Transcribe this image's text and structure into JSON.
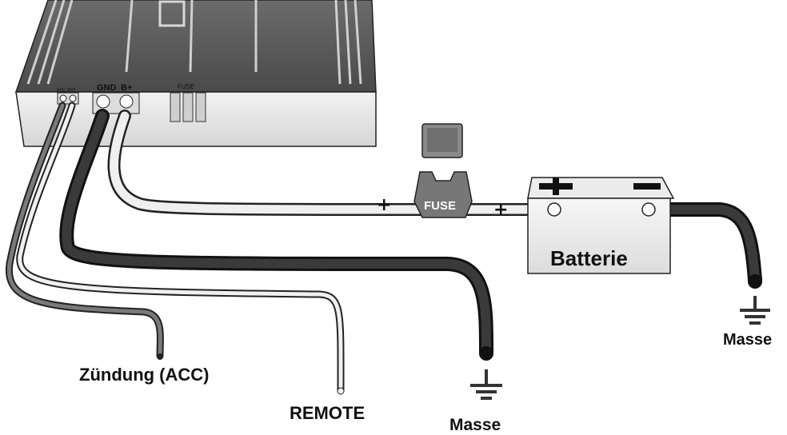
{
  "amplifier": {
    "terminal_labels": {
      "acc": "ACC",
      "rmt": "RMT",
      "gnd": "GND",
      "bplus": "B+",
      "fuse": "FUSE"
    }
  },
  "inline_fuse": {
    "label": "FUSE",
    "plus_left": "+",
    "plus_right": "+"
  },
  "battery": {
    "label": "Batterie",
    "positive_symbol": "+",
    "negative_symbol": "−"
  },
  "labels": {
    "ignition": "Zündung (ACC)",
    "remote": "REMOTE",
    "ground_wire": "Masse",
    "ground_battery": "Masse"
  },
  "colors": {
    "wire_dark": "#2b2b2b",
    "wire_light": "#e8e8e8",
    "body_dark": "#5a5a5a"
  }
}
